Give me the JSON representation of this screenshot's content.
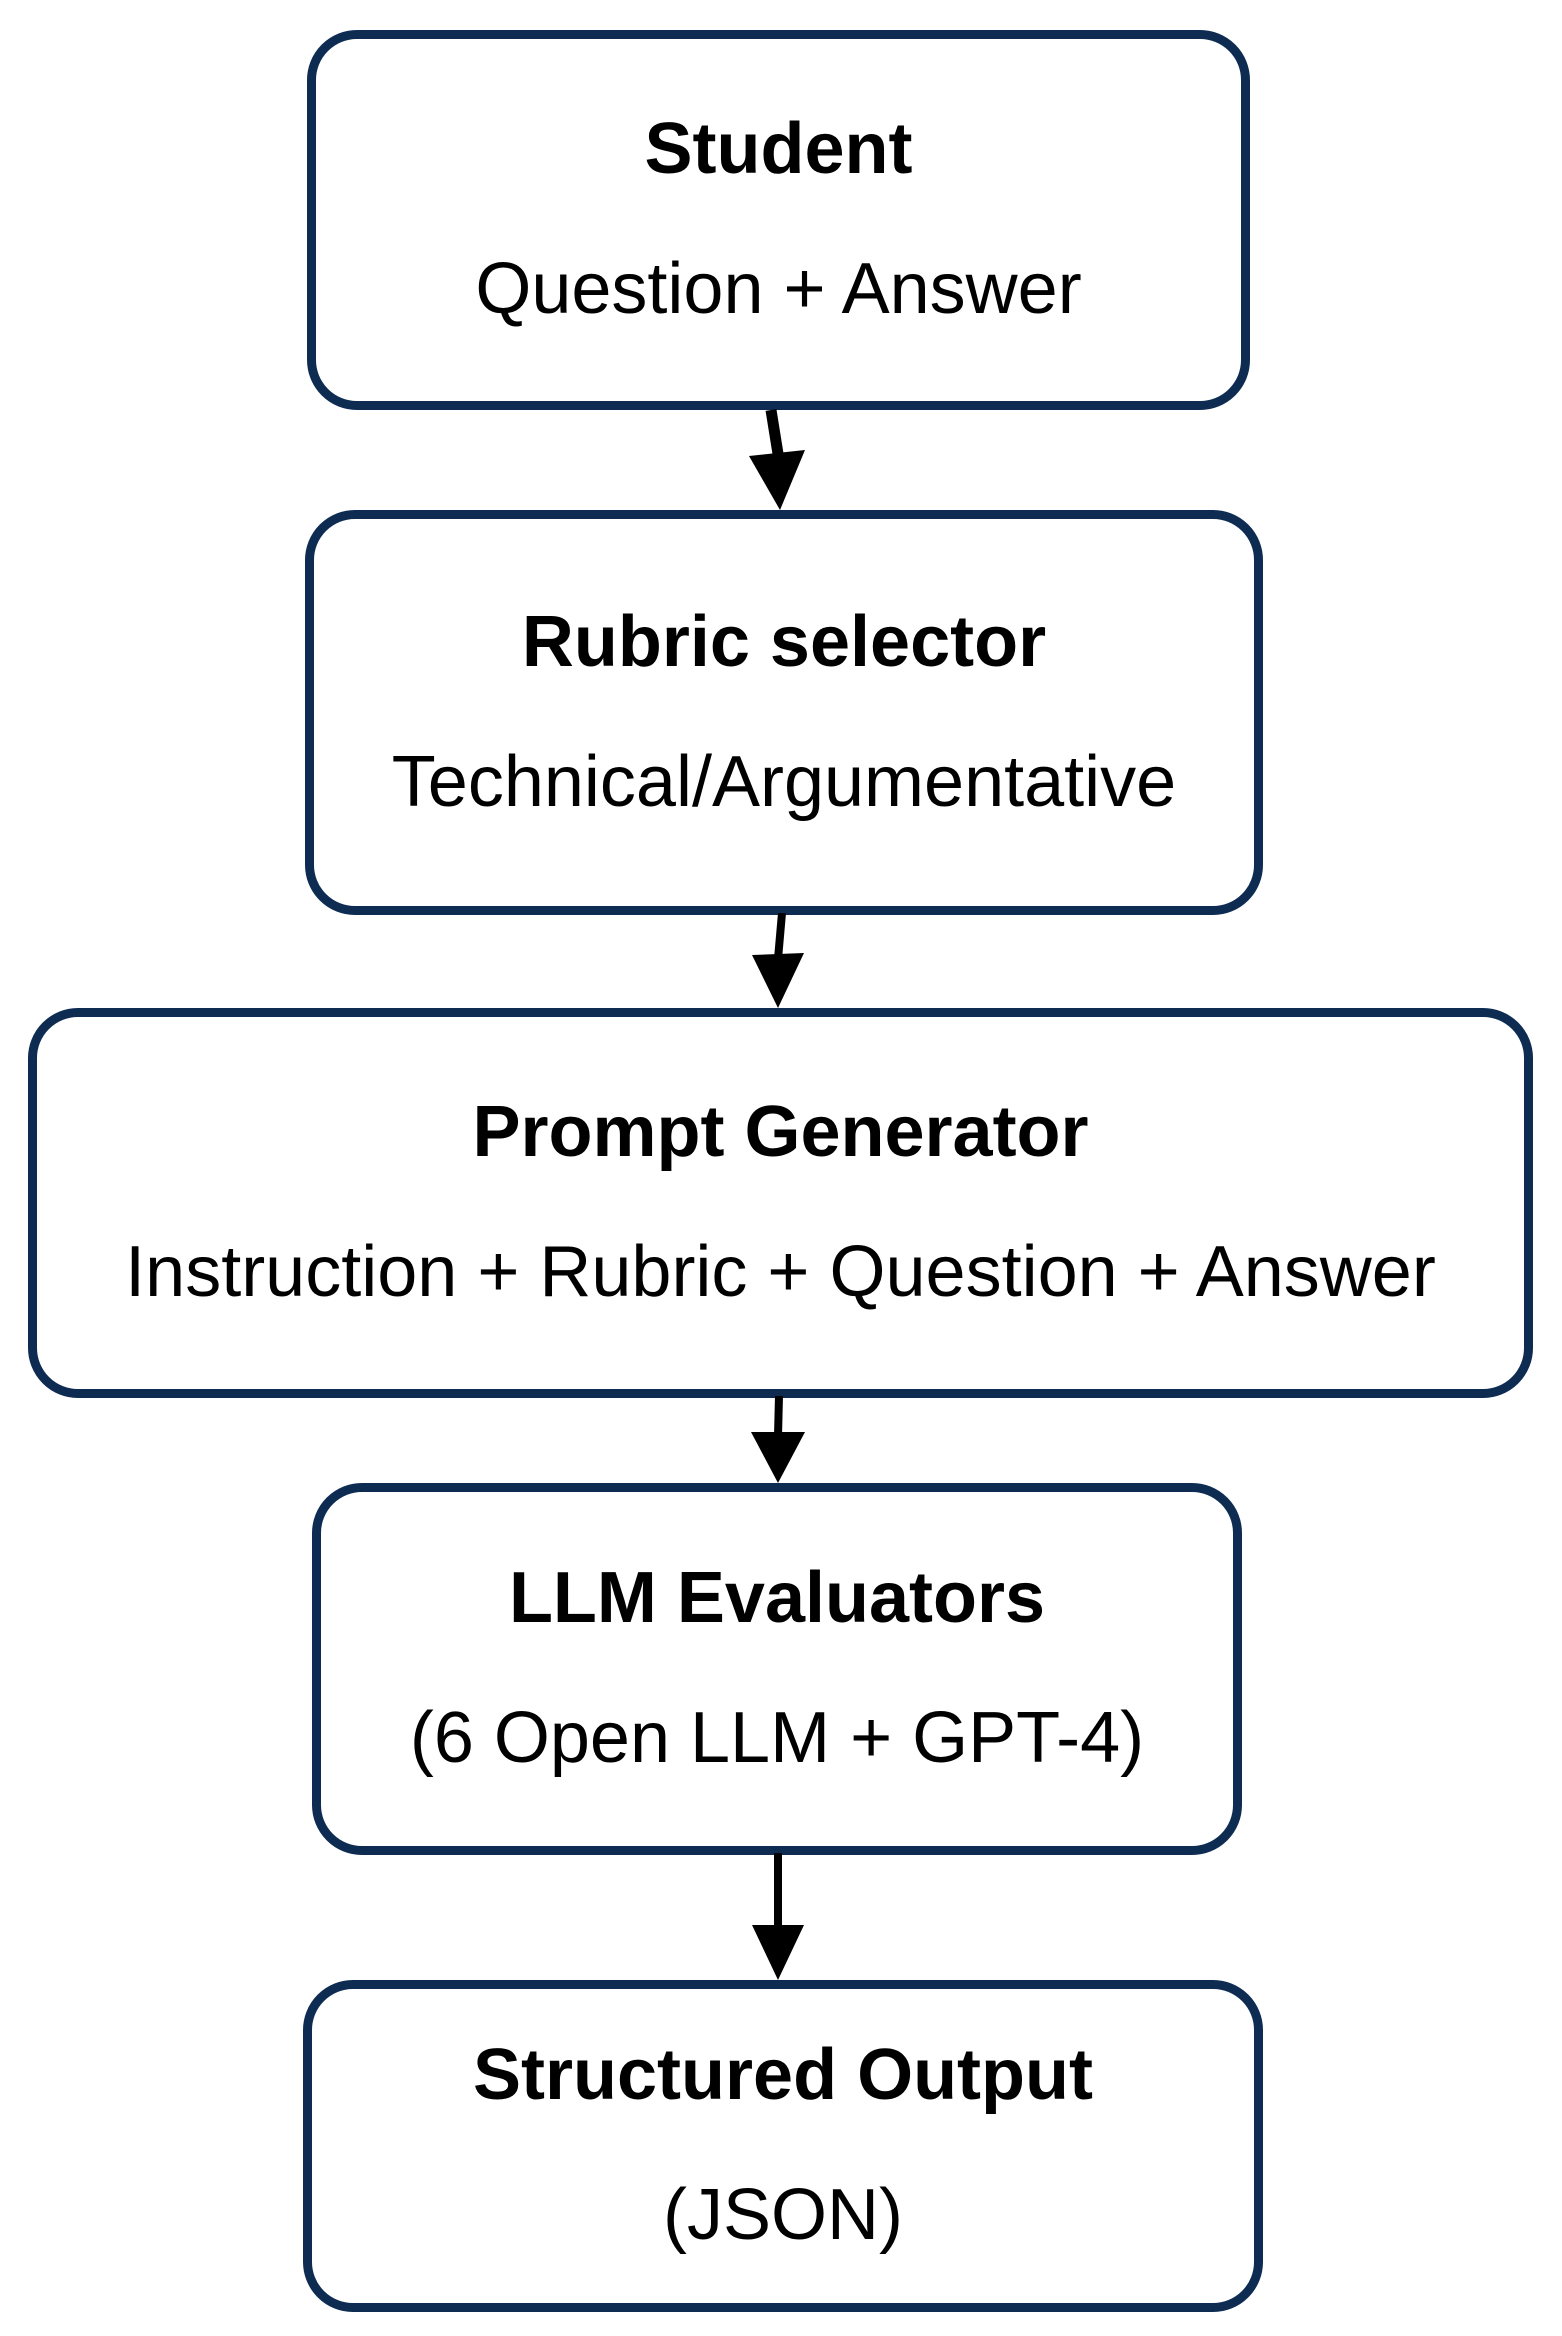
{
  "diagram": {
    "type": "flowchart",
    "direction": "top-down",
    "colors": {
      "box_border": "#0e2c52",
      "box_fill": "#ffffff",
      "text": "#000000",
      "arrow": "#000000",
      "background": "#ffffff"
    },
    "nodes": [
      {
        "id": "student",
        "title": "Student",
        "subtitle": "Question + Answer"
      },
      {
        "id": "rubric-selector",
        "title": "Rubric selector",
        "subtitle": "Technical/Argumentative"
      },
      {
        "id": "prompt-generator",
        "title": "Prompt Generator",
        "subtitle": "Instruction + Rubric + Question + Answer"
      },
      {
        "id": "llm-evaluators",
        "title": "LLM Evaluators",
        "subtitle": "(6 Open LLM + GPT-4)"
      },
      {
        "id": "structured-output",
        "title": "Structured Output",
        "subtitle": "(JSON)"
      }
    ],
    "edges": [
      {
        "from": "student",
        "to": "rubric-selector"
      },
      {
        "from": "rubric-selector",
        "to": "prompt-generator"
      },
      {
        "from": "prompt-generator",
        "to": "llm-evaluators"
      },
      {
        "from": "llm-evaluators",
        "to": "structured-output"
      }
    ]
  }
}
